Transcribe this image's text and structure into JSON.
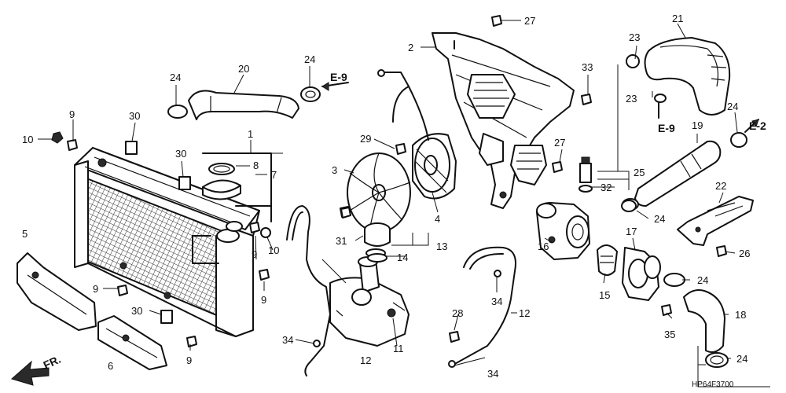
{
  "diagram_code": "HP64F3700",
  "front_marker": "FR.",
  "references": {
    "ref_top": "E-9",
    "ref_mid": "E-9",
    "ref_right": "E-2"
  },
  "callouts": {
    "c1": "1",
    "c2": "2",
    "c3": "3",
    "c4": "4",
    "c5": "5",
    "c6": "6",
    "c7": "7",
    "c8": "8",
    "c9a": "9",
    "c9b": "9",
    "c9c": "9",
    "c9d": "9",
    "c9e": "9",
    "c9f": "9",
    "c10a": "10",
    "c10b": "10",
    "c11": "11",
    "c12a": "12",
    "c12b": "12",
    "c13": "13",
    "c14": "14",
    "c15": "15",
    "c16": "16",
    "c17": "17",
    "c18": "18",
    "c19": "19",
    "c20": "20",
    "c21": "21",
    "c22": "22",
    "c23a": "23",
    "c23b": "23",
    "c24a": "24",
    "c24b": "24",
    "c24c": "24",
    "c24d": "24",
    "c24e": "24",
    "c24f": "24",
    "c25": "25",
    "c26": "26",
    "c27a": "27",
    "c27b": "27",
    "c28": "28",
    "c29": "29",
    "c30a": "30",
    "c30b": "30",
    "c30c": "30",
    "c31": "31",
    "c32": "32",
    "c33": "33",
    "c34a": "34",
    "c34b": "34",
    "c34c": "34",
    "c35": "35"
  }
}
